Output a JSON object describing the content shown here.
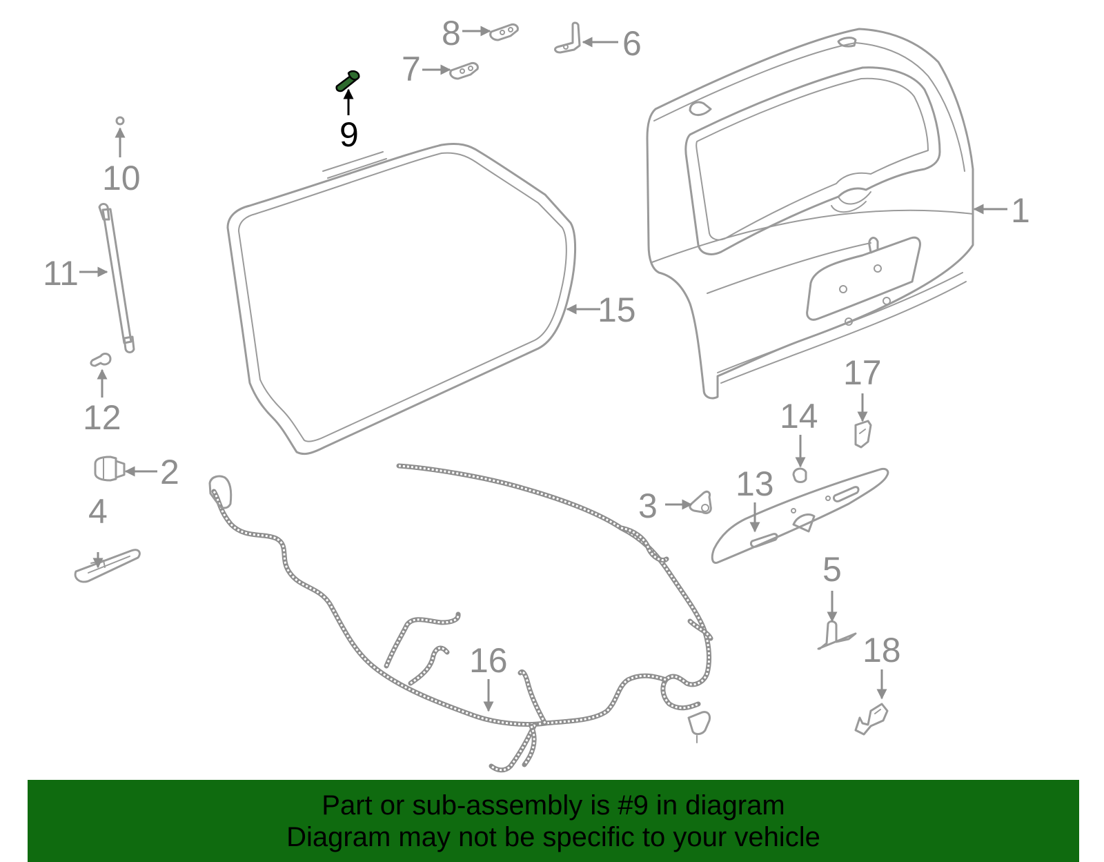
{
  "callouts": [
    {
      "id": "1",
      "label": "1",
      "highlighted": false
    },
    {
      "id": "2",
      "label": "2",
      "highlighted": false
    },
    {
      "id": "3",
      "label": "3",
      "highlighted": false
    },
    {
      "id": "4",
      "label": "4",
      "highlighted": false
    },
    {
      "id": "5",
      "label": "5",
      "highlighted": false
    },
    {
      "id": "6",
      "label": "6",
      "highlighted": false
    },
    {
      "id": "7",
      "label": "7",
      "highlighted": false
    },
    {
      "id": "8",
      "label": "8",
      "highlighted": false
    },
    {
      "id": "9",
      "label": "9",
      "highlighted": true
    },
    {
      "id": "10",
      "label": "10",
      "highlighted": false
    },
    {
      "id": "11",
      "label": "11",
      "highlighted": false
    },
    {
      "id": "12",
      "label": "12",
      "highlighted": false
    },
    {
      "id": "13",
      "label": "13",
      "highlighted": false
    },
    {
      "id": "14",
      "label": "14",
      "highlighted": false
    },
    {
      "id": "15",
      "label": "15",
      "highlighted": false
    },
    {
      "id": "16",
      "label": "16",
      "highlighted": false
    },
    {
      "id": "17",
      "label": "17",
      "highlighted": false
    },
    {
      "id": "18",
      "label": "18",
      "highlighted": false
    }
  ],
  "banner": {
    "line1": "Part or sub-assembly is #9 in diagram",
    "line2": "Diagram may not be specific to your vehicle"
  },
  "colors": {
    "banner_background": "#0f6b0f",
    "part_stroke": "#9a9a9a",
    "callout_text": "#8e8e8e",
    "highlight_text": "#000000",
    "highlight_part": "#2e6b2e"
  }
}
